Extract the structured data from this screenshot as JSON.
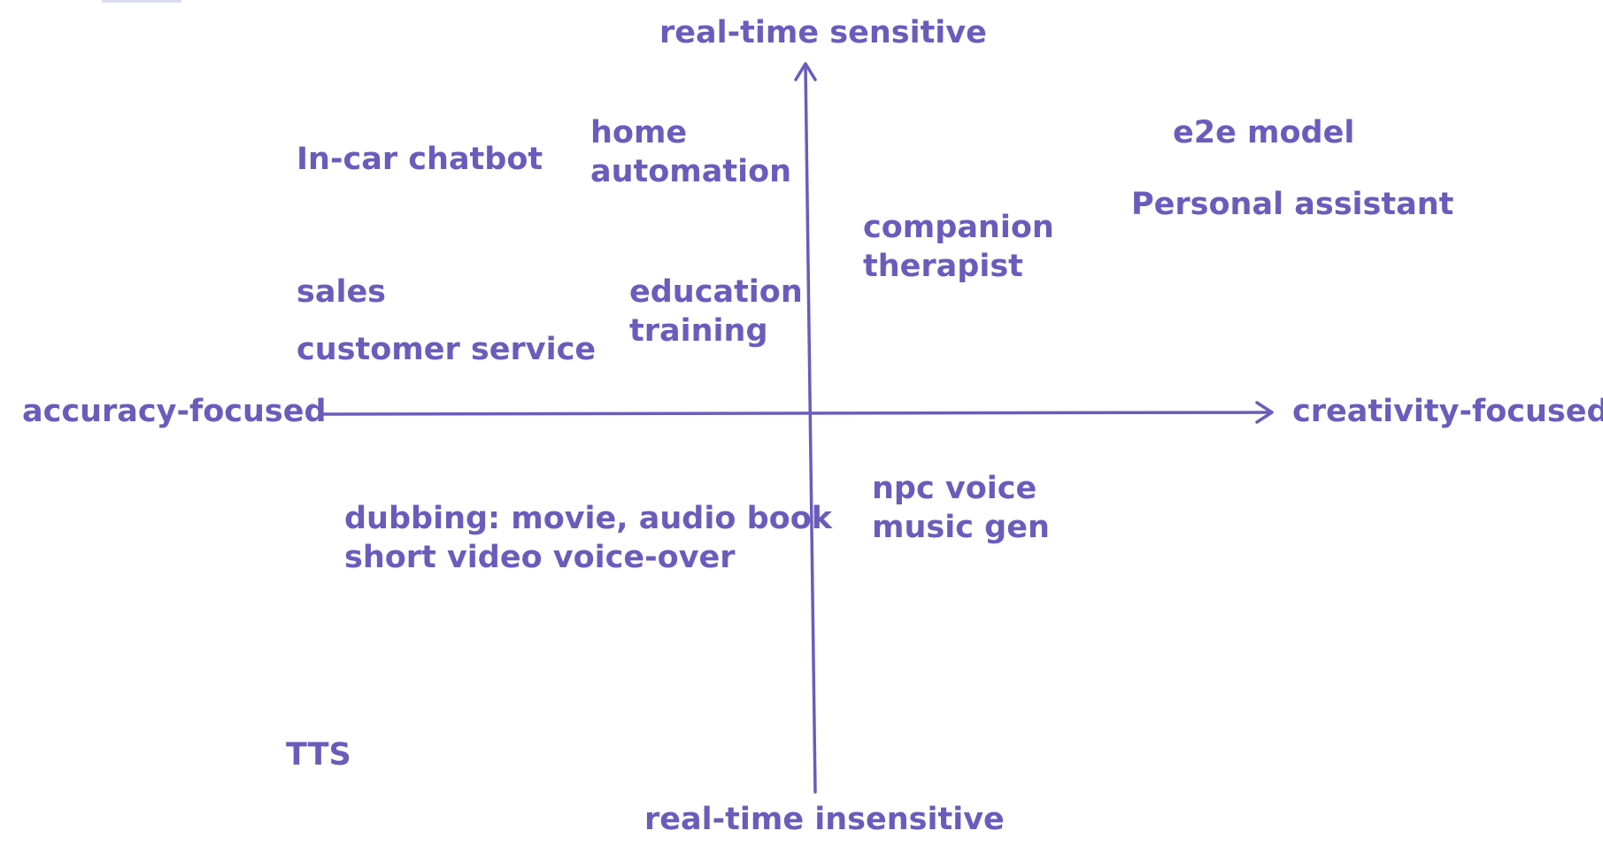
{
  "colors": {
    "accent": "#6a5cbc",
    "background": "#ffffff"
  },
  "axes": {
    "top": "real-time sensitive",
    "bottom": "real-time insensitive",
    "left": "accuracy-focused",
    "right": "creativity-focused"
  },
  "quadrant_items": {
    "in_car_chatbot": "In-car chatbot",
    "home_automation": [
      "home",
      "automation"
    ],
    "e2e_model": "e2e model",
    "personal_assistant": "Personal assistant",
    "companion_therapist": [
      "companion",
      "therapist"
    ],
    "sales": "sales",
    "education_training": [
      "education",
      "training"
    ],
    "customer_service": "customer service",
    "dubbing": [
      "dubbing: movie, audio book",
      "short video voice-over"
    ],
    "npc_music": [
      "npc voice",
      "music gen"
    ],
    "tts": "TTS"
  }
}
